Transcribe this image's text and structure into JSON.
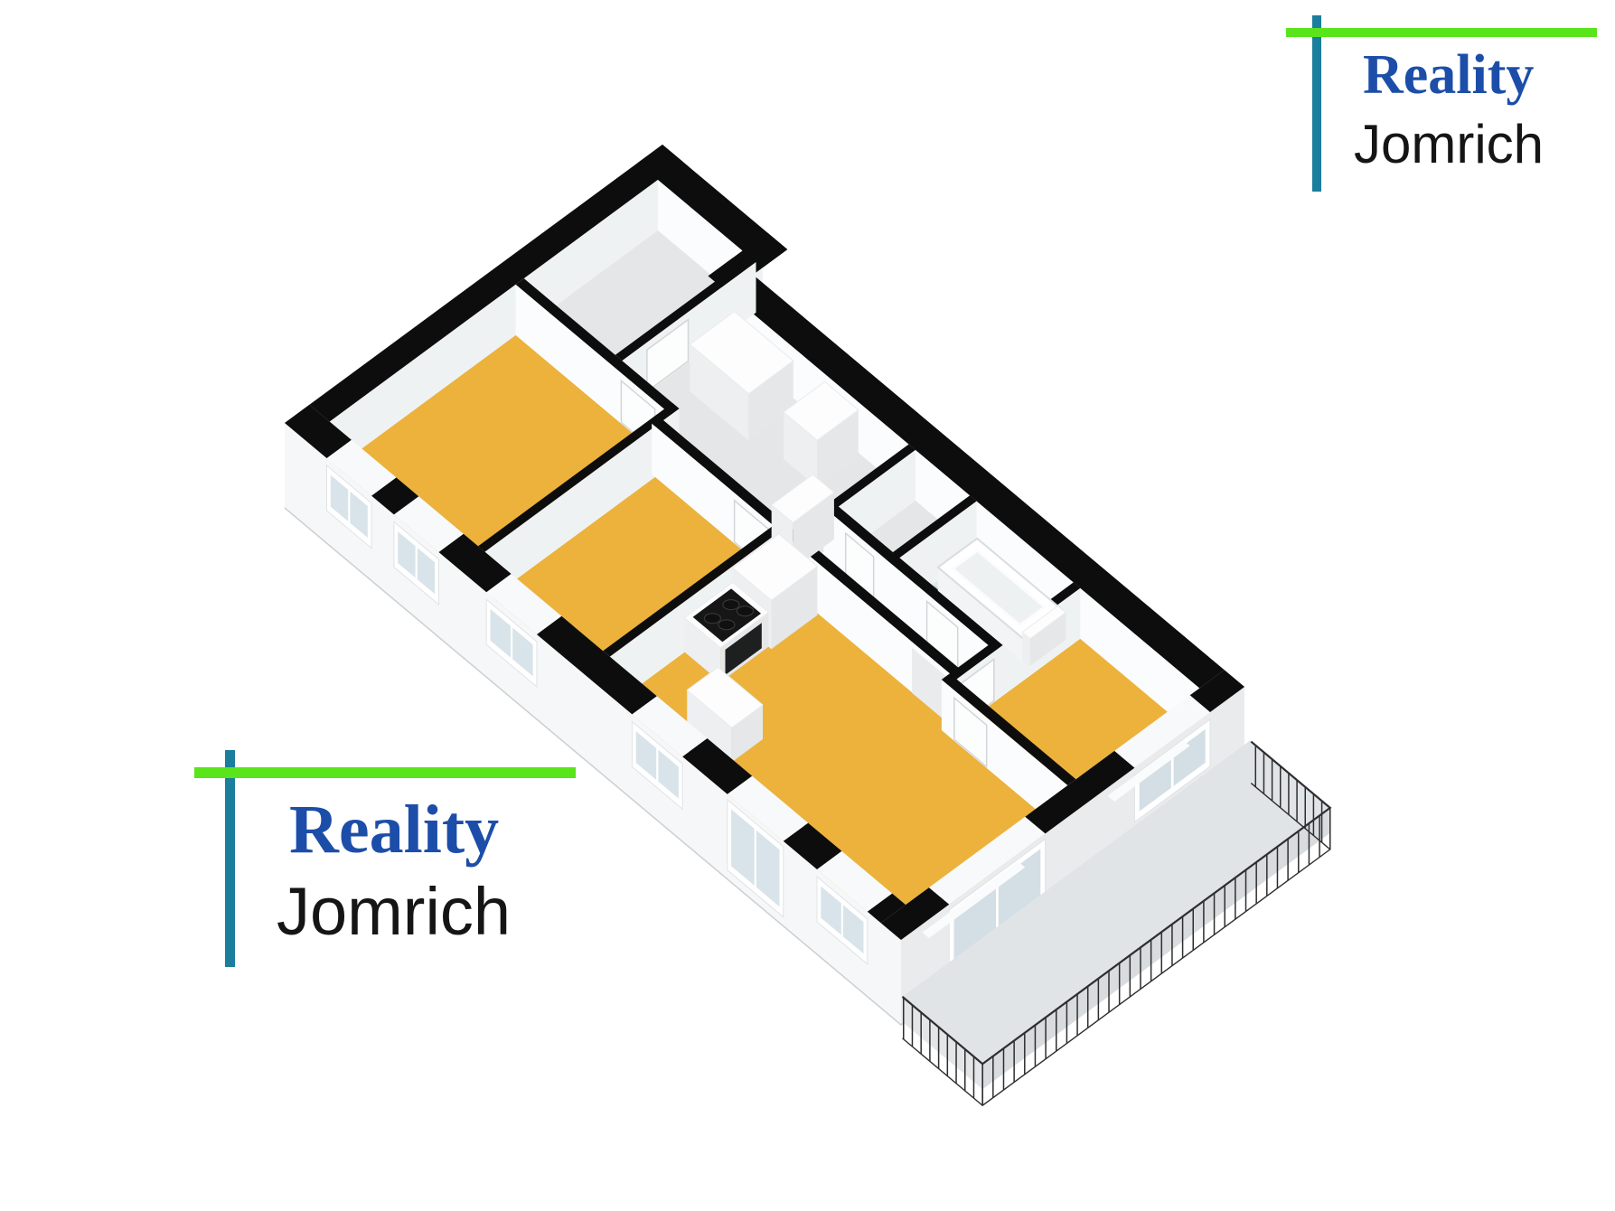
{
  "logo": {
    "line1": "Reality",
    "line2": "Jomrich"
  },
  "colors": {
    "background": "#FFFFFF",
    "wall_top": "#0D0D0D",
    "wall_face_bright": "#FBFCFD",
    "wall_face_shaded": "#EFF2F3",
    "exterior_face_left": "#F2F3F4",
    "exterior_face_front": "#F6F7F8",
    "exterior_face_right": "#E9EBEC",
    "floor_room_yellow": "#ECB23C",
    "floor_hall_gray": "#E4E6E8",
    "floor_bath_blue": "#9FCBDC",
    "floor_balcony": "#E1E4E6",
    "glass": "#D9E4EA",
    "glass_right": "#D3DFE5",
    "window_frame": "#FFFFFF",
    "furniture_top": "#FDFDFD",
    "furniture_side": "#EDEFF0",
    "furniture_side2": "#E5E7E9",
    "cooktop": "#161616",
    "oven": "#1E2020",
    "tub_outer": "#FFFFFF",
    "tub_inner": "#EEF1F2",
    "railing": "#2E2E2E",
    "slab_edge": "#CDD0D2",
    "logo_green": "#59E41C",
    "logo_teal": "#1A7E9C",
    "logo_blue": "#1C4EA9",
    "logo_black": "#151515"
  },
  "floorplan": {
    "view": "isometric-3d",
    "yellow_floor_rooms": 4,
    "features": [
      "entry-hall",
      "closet",
      "wc",
      "bathroom-with-bathtub",
      "kitchen-with-cooktop",
      "living-room",
      "balcony-with-railing"
    ]
  }
}
